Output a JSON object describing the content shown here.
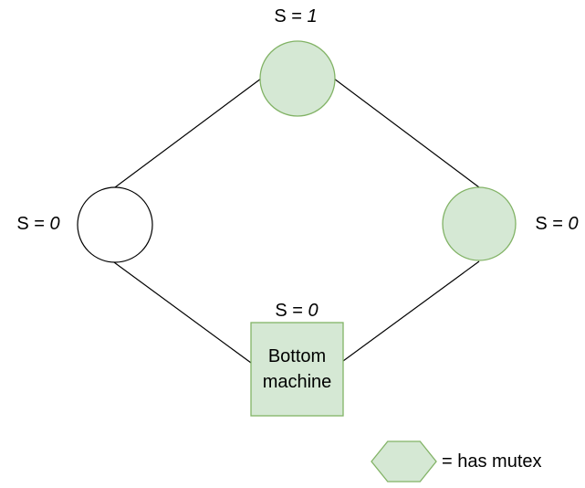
{
  "diagram": {
    "colors": {
      "mutex_fill": "#d5e8d4",
      "mutex_stroke": "#82b366",
      "plain_fill": "#ffffff",
      "line": "#000000",
      "text": "#000000",
      "background": "#ffffff"
    },
    "labels": {
      "top": {
        "prefix": "S = ",
        "value": "1"
      },
      "left": {
        "prefix": "S = ",
        "value": "0"
      },
      "right": {
        "prefix": "S = ",
        "value": "0"
      },
      "bottom": {
        "prefix": "S = ",
        "value": "0"
      }
    },
    "nodes": {
      "bottom": {
        "line1": "Bottom",
        "line2": "machine"
      }
    },
    "legend": {
      "icon": "hexagon-mutex-icon",
      "text": "= has mutex"
    }
  }
}
